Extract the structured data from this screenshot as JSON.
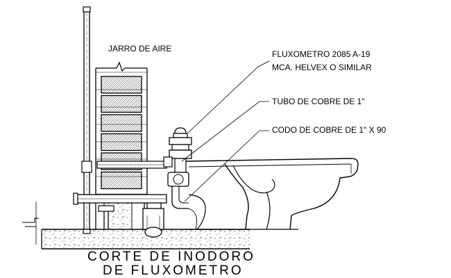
{
  "labels": {
    "air_vent": "JARRO DE AIRE",
    "flushometer_line1": "FLUXOMETRO 2085 A-19",
    "flushometer_line2": "MCA. HELVEX O SIMILAR",
    "copper_pipe": "TUBO DE COBRE DE 1\"",
    "copper_elbow": "CODO DE COBRE DE 1\" X 90"
  },
  "title": {
    "line1": "CORTE  DE  INODORO",
    "line2": "DE  FLUXOMETRO"
  },
  "colors": {
    "ink": "#000000",
    "background": "#ffffff"
  }
}
